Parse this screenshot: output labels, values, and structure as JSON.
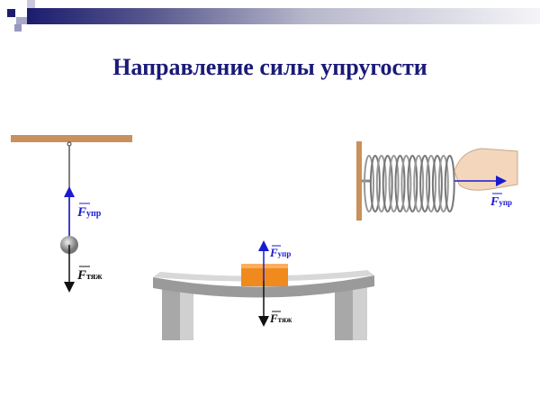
{
  "slide": {
    "title": "Направление силы упругости"
  },
  "labels": {
    "force_symbol": "F",
    "elastic_subscript": "упр",
    "gravity_subscript": "тяж"
  },
  "colors": {
    "title": "#1a1a78",
    "elastic_force": "#1a1ad0",
    "gravity_force": "#111111",
    "wood": "#c8905a",
    "block": "#f08a1c"
  }
}
